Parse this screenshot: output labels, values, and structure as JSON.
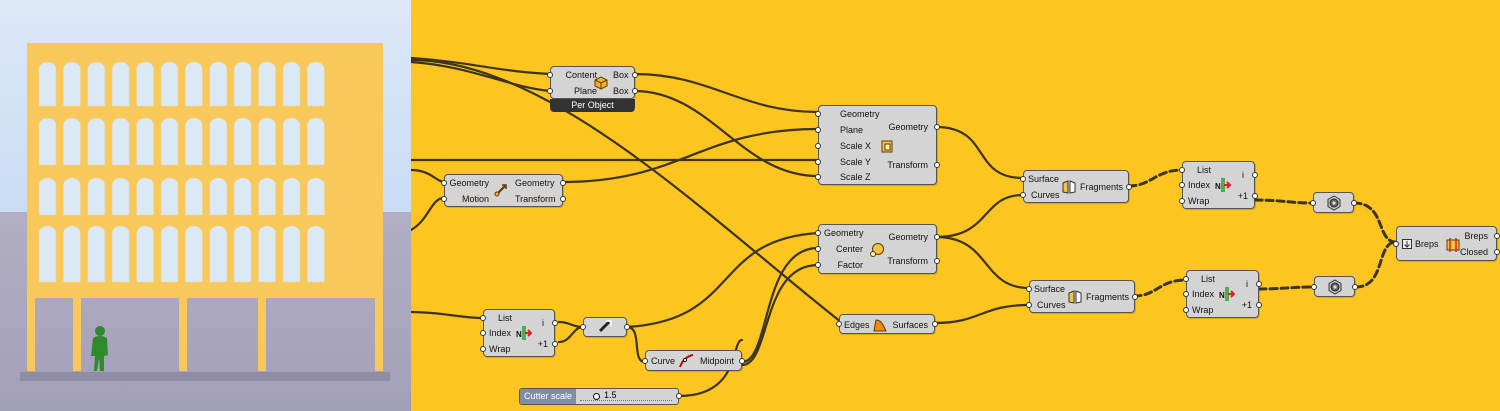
{
  "viewport": {
    "colors": {
      "sky": "#cfe0f7",
      "ground": "#a9a7bf",
      "facade": "#f9c85a",
      "window": "#dbe9f5",
      "figure": "#2e8a2a"
    }
  },
  "canvas": {
    "background": "#fcc520",
    "nodes": {
      "box": {
        "in": [
          "Content",
          "Plane"
        ],
        "out": [
          "Box",
          "Box"
        ],
        "footer": "Per Object",
        "icon": "box-icon"
      },
      "scale": {
        "in": [
          "Geometry",
          "Plane",
          "Scale X",
          "Scale Y",
          "Scale Z"
        ],
        "out": [
          "Geometry",
          "Transform"
        ],
        "icon": "scale-nu-icon"
      },
      "move": {
        "in": [
          "Geometry",
          "Motion"
        ],
        "out": [
          "Geometry",
          "Transform"
        ],
        "icon": "move-icon"
      },
      "scale2": {
        "in": [
          "Geometry",
          "Center",
          "Factor"
        ],
        "out": [
          "Geometry",
          "Transform"
        ],
        "icon": "scale-icon"
      },
      "list1": {
        "in": [
          "List",
          "Index",
          "Wrap"
        ],
        "out": [
          "i",
          "+1"
        ],
        "icon": "list-item-icon"
      },
      "amplitude": {
        "icon": "amplitude-icon"
      },
      "curvemid": {
        "in": [
          "Curve"
        ],
        "out": [
          "Midpoint"
        ],
        "icon": "curve-middle-icon"
      },
      "edges": {
        "in": [
          "Edges"
        ],
        "out": [
          "Surfaces"
        ],
        "icon": "edge-surface-icon"
      },
      "split1": {
        "in": [
          "Surface",
          "Curves"
        ],
        "out": [
          "Fragments"
        ],
        "icon": "surface-split-icon"
      },
      "split2": {
        "in": [
          "Surface",
          "Curves"
        ],
        "out": [
          "Fragments"
        ],
        "icon": "surface-split-icon"
      },
      "list2": {
        "in": [
          "List",
          "Index",
          "Wrap"
        ],
        "out": [
          "i",
          "+1"
        ],
        "icon": "list-item-icon"
      },
      "list3": {
        "in": [
          "List",
          "Index",
          "Wrap"
        ],
        "out": [
          "i",
          "+1"
        ],
        "icon": "list-item-icon"
      },
      "join1": {
        "icon": "brep-join-icon"
      },
      "join2": {
        "icon": "brep-join-icon"
      },
      "capholes": {
        "in": [
          "Breps"
        ],
        "out": [
          "Breps",
          "Closed"
        ],
        "icon": "cap-holes-icon"
      }
    },
    "slider": {
      "name": "Cutter scale",
      "value": "1.5"
    }
  }
}
